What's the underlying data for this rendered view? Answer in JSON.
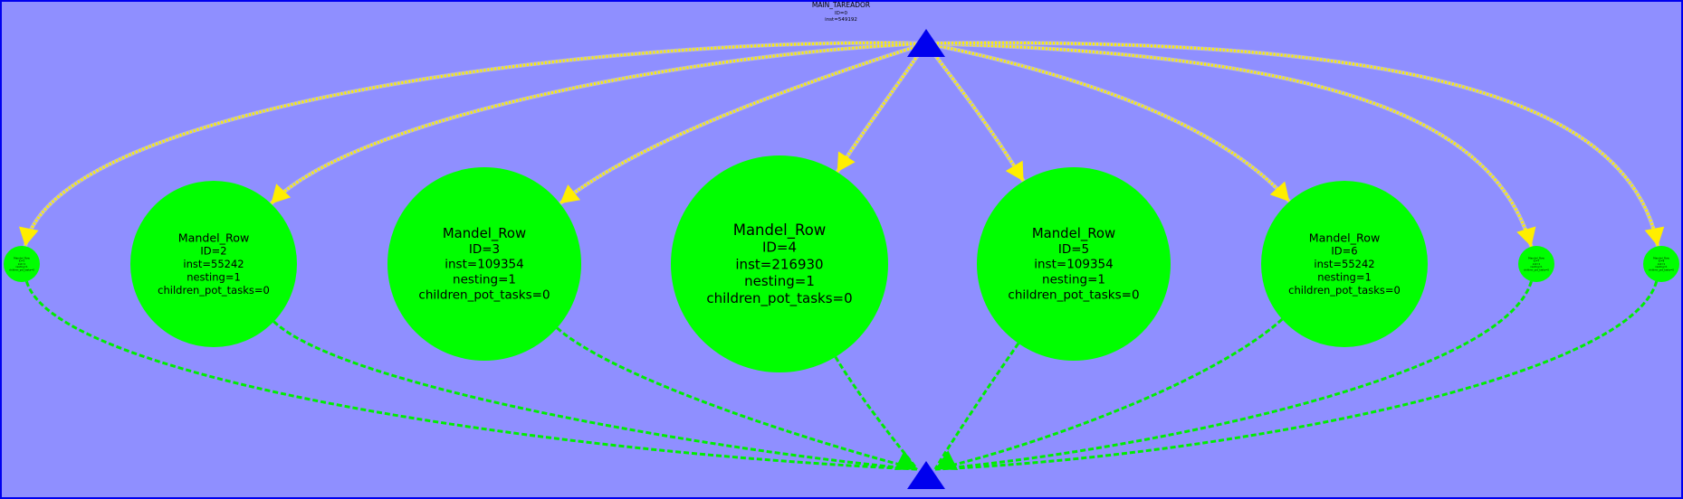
{
  "graph": {
    "root": {
      "lines": [
        "MAIN_TAREADOR",
        "ID=0",
        "inst=549192"
      ]
    },
    "tasks": [
      {
        "id": "node-1",
        "lines": [
          "Mandel_Row",
          "ID=1",
          "inst=1",
          "nesting=1",
          "children_pot_tasks=0"
        ]
      },
      {
        "id": "node-2",
        "lines": [
          "Mandel_Row",
          "ID=2",
          "inst=55242",
          "nesting=1",
          "children_pot_tasks=0"
        ]
      },
      {
        "id": "node-3",
        "lines": [
          "Mandel_Row",
          "ID=3",
          "inst=109354",
          "nesting=1",
          "children_pot_tasks=0"
        ]
      },
      {
        "id": "node-4",
        "lines": [
          "Mandel_Row",
          "ID=4",
          "inst=216930",
          "nesting=1",
          "children_pot_tasks=0"
        ]
      },
      {
        "id": "node-5",
        "lines": [
          "Mandel_Row",
          "ID=5",
          "inst=109354",
          "nesting=1",
          "children_pot_tasks=0"
        ]
      },
      {
        "id": "node-6",
        "lines": [
          "Mandel_Row",
          "ID=6",
          "inst=55242",
          "nesting=1",
          "children_pot_tasks=0"
        ]
      },
      {
        "id": "node-7",
        "lines": [
          "Mandel_Row",
          "ID=7",
          "inst=1",
          "nesting=1",
          "children_pot_tasks=0"
        ]
      },
      {
        "id": "node-8",
        "lines": [
          "Mandel_Row",
          "ID=8",
          "inst=1",
          "nesting=1",
          "children_pot_tasks=0"
        ]
      }
    ]
  },
  "colors": {
    "background": "#8f8fff",
    "border": "#0000ee",
    "task_node": "#00ff00",
    "root_node": "#0000ee",
    "create_edge": "#ffee00",
    "create_edge_outline": "#b9b9d6",
    "sync_edge": "#00ee00"
  }
}
